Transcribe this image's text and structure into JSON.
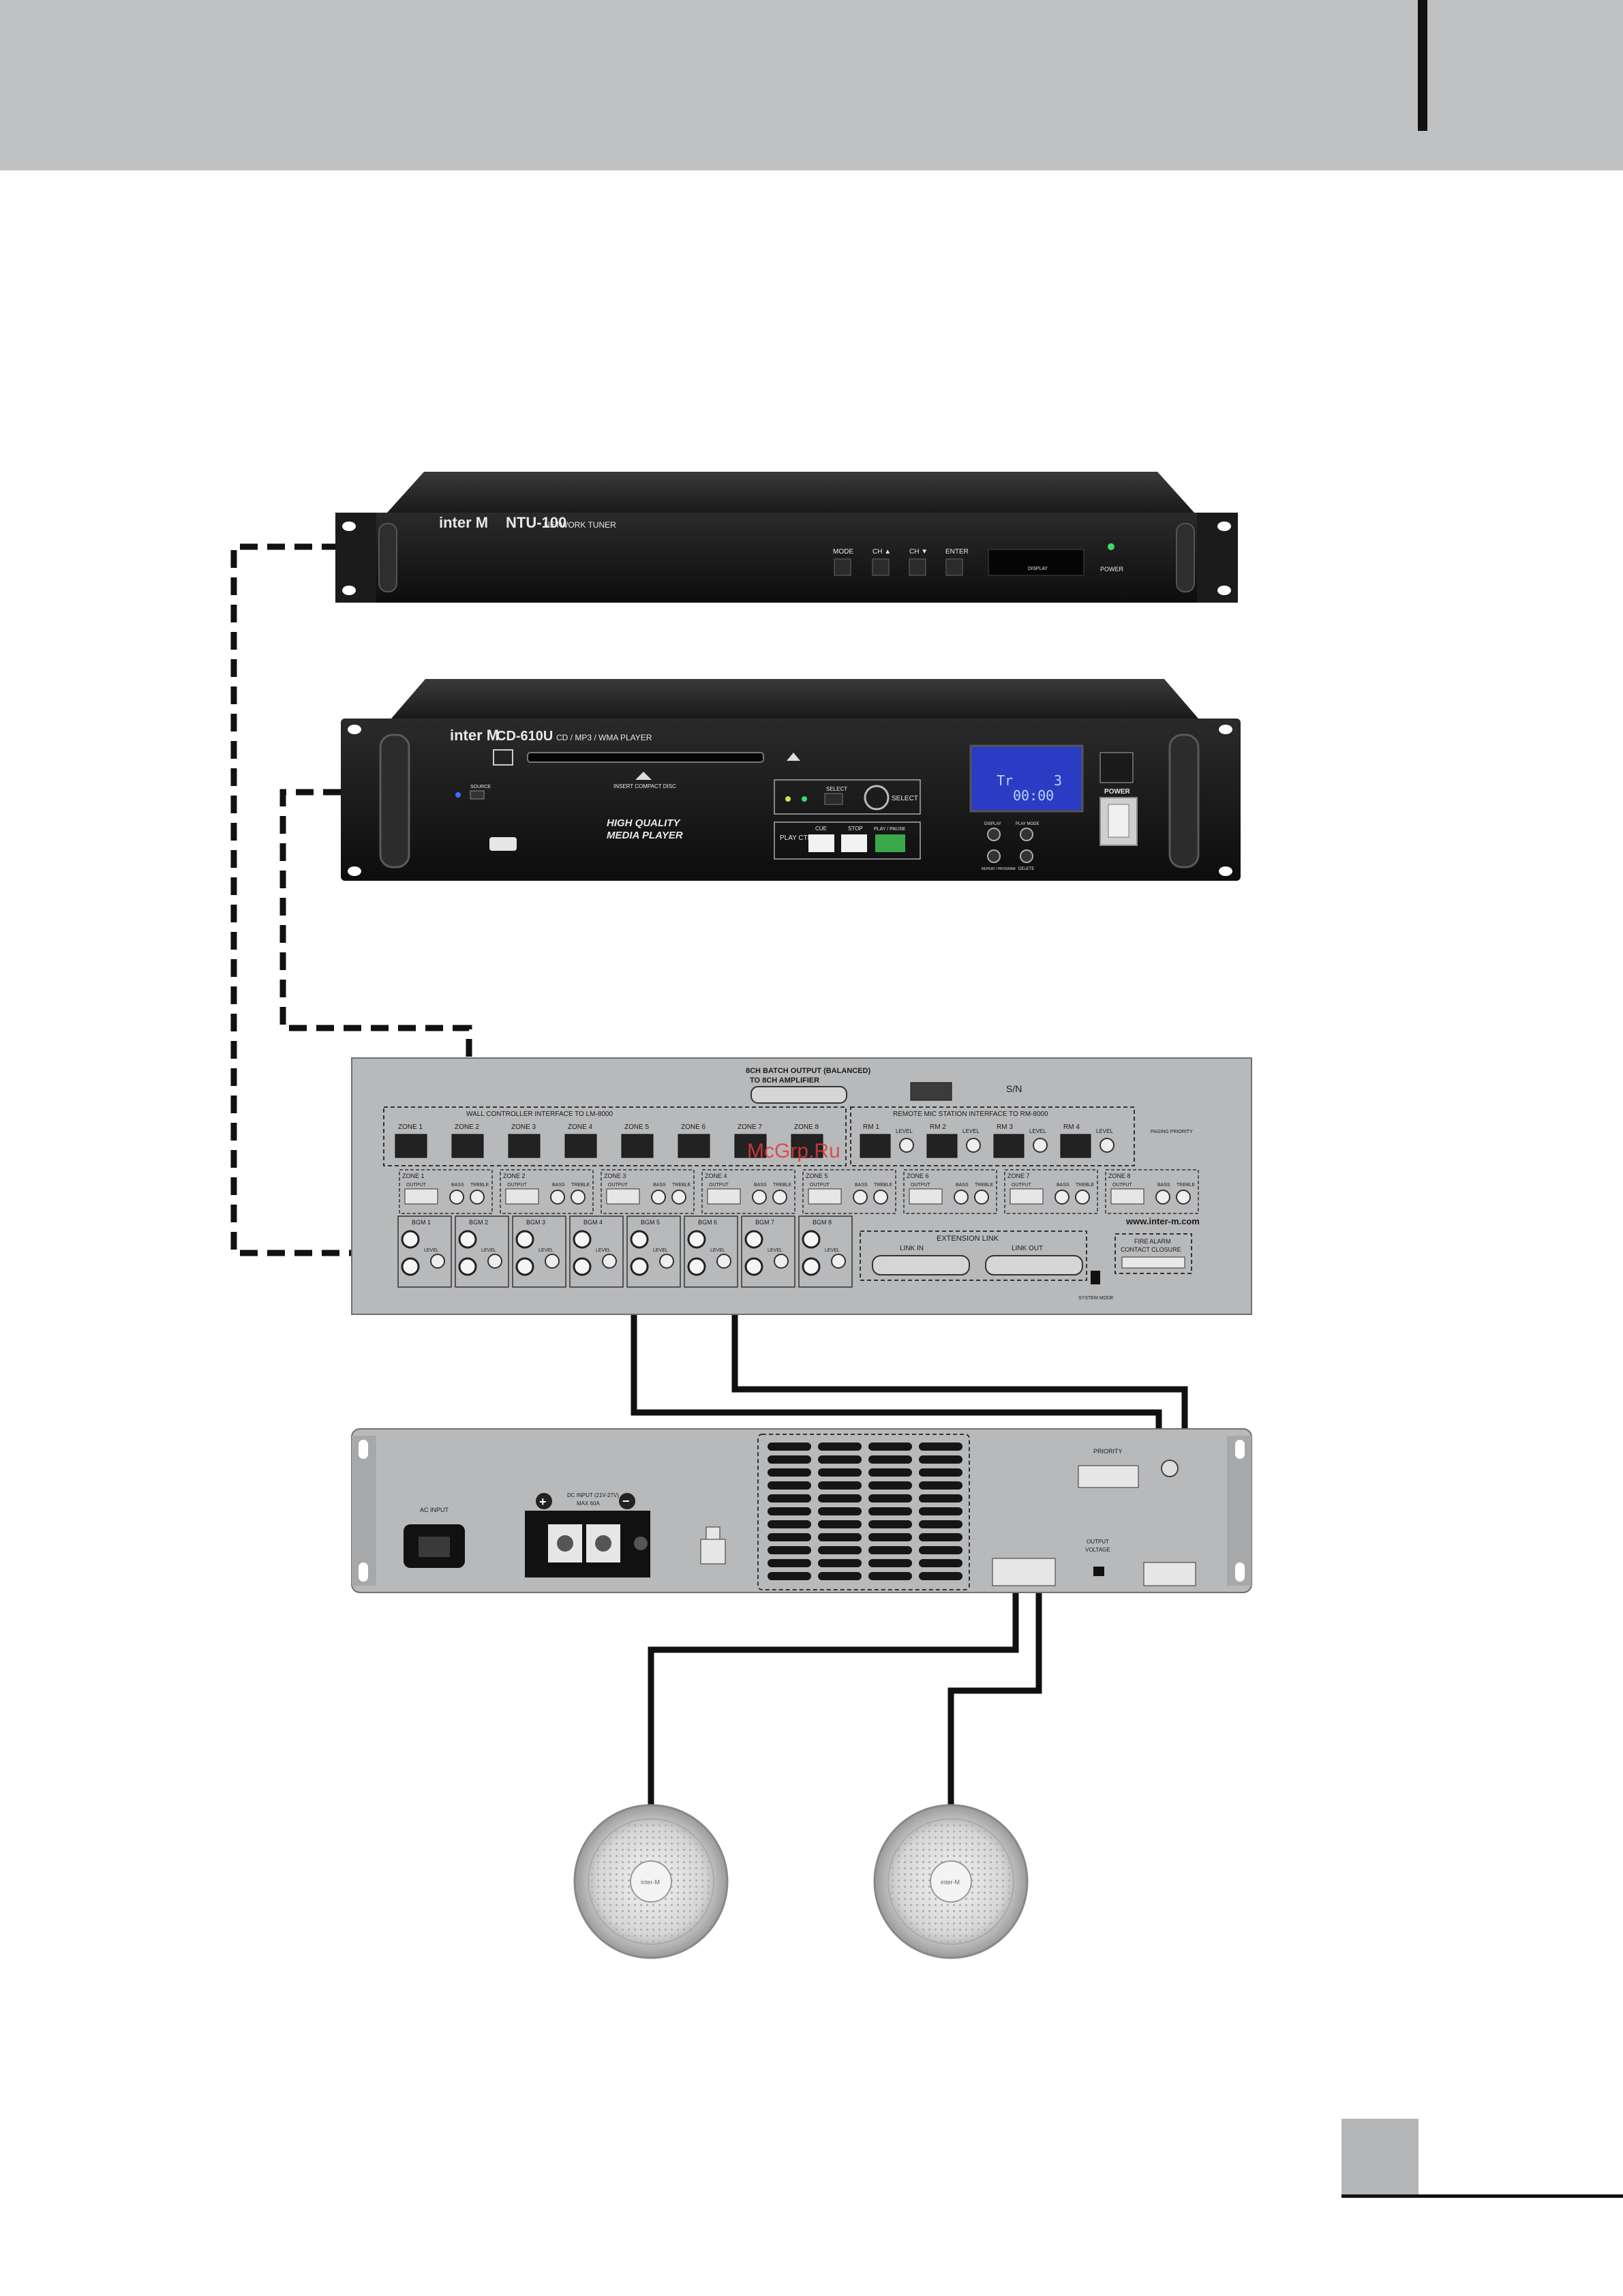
{
  "devices": {
    "tuner": {
      "brand": "inter M",
      "model": "NTU-100",
      "type_label": "NETWORK TUNER",
      "buttons": [
        "MODE",
        "CH ▲",
        "CH ▼",
        "ENTER"
      ],
      "display_label": "DISPLAY",
      "power_label": "POWER"
    },
    "cd_player": {
      "brand": "inter M",
      "model": "CD-610U",
      "type_label": "CD / MP3 / WMA PLAYER",
      "slot_label": "INSERT COMPACT DISC",
      "tagline_1": "HIGH QUALITY",
      "tagline_2": "MEDIA PLAYER",
      "select_label": "SELECT",
      "knob_label": "SELECT",
      "play_ctrl": "PLAY CTRL",
      "btn_cue": "CUE",
      "btn_stop": "STOP",
      "btn_play": "PLAY / PAUSE",
      "display_text_1": "Tr",
      "display_text_2": "3",
      "display_time": "00:00",
      "power_label": "POWER",
      "side_buttons": [
        "DISPLAY",
        "PLAY MODE",
        "REPEAT / PROGRAM",
        "DELETE"
      ]
    },
    "matrix": {
      "batch_output_1": "8CH BATCH OUTPUT (BALANCED)",
      "batch_output_2": "TO 8CH AMPLIFIER",
      "wall_controller": "WALL CONTROLLER INTERFACE TO LM-8000",
      "remote_mic": "REMOTE MIC STATION INTERFACE TO RM-8000",
      "zones": [
        "ZONE 1",
        "ZONE 2",
        "ZONE 3",
        "ZONE 4",
        "ZONE 5",
        "ZONE 6",
        "ZONE 7",
        "ZONE 8"
      ],
      "rms": [
        "RM 1",
        "RM 2",
        "RM 3",
        "RM 4"
      ],
      "level_label": "LEVEL",
      "output_label": "OUTPUT",
      "bass_label": "BASS",
      "treble_label": "TREBLE",
      "bgms": [
        "BGM 1",
        "BGM 2",
        "BGM 3",
        "BGM 4",
        "BGM 5",
        "BGM 6",
        "BGM 7",
        "BGM 8"
      ],
      "extension_link": "EXTENSION LINK",
      "link_in": "LINK IN",
      "link_out": "LINK OUT",
      "fire_alarm_1": "FIRE ALARM",
      "fire_alarm_2": "CONTACT CLOSURE",
      "website": "www.inter-m.com",
      "system_mode": "SYSTEM MODE",
      "paging_priority": "PAGING PRIORITY",
      "sn": "S/N",
      "watermark": "McGrp.Ru"
    },
    "amplifier": {
      "ac_input": "AC INPUT",
      "dc_input_1": "DC INPUT (21V-27V)",
      "dc_input_2": "MAX 60A",
      "priority": "PRIORITY",
      "output_voltage_1": "OUTPUT",
      "output_voltage_2": "VOLTAGE",
      "plus": "+",
      "minus": "−"
    },
    "speakers": [
      {
        "logo": "inter-M"
      },
      {
        "logo": "inter-M"
      }
    ]
  },
  "colors": {
    "header_band": "#c0c1c3",
    "rack_black": "#141414",
    "panel_grey": "#b8b9bb",
    "cable": "#111111",
    "cd_display": "#2a3bc4",
    "power_led": "#3ddc6a",
    "play_button": "#3aa84a",
    "watermark": "#e23a3a"
  },
  "icons": [
    "inter-m-logo",
    "power-switch",
    "usb-icon",
    "eject-icon",
    "rj45-port",
    "rca-jack",
    "knob",
    "db25-connector",
    "terminal-block",
    "iec-socket",
    "ceiling-speaker"
  ]
}
